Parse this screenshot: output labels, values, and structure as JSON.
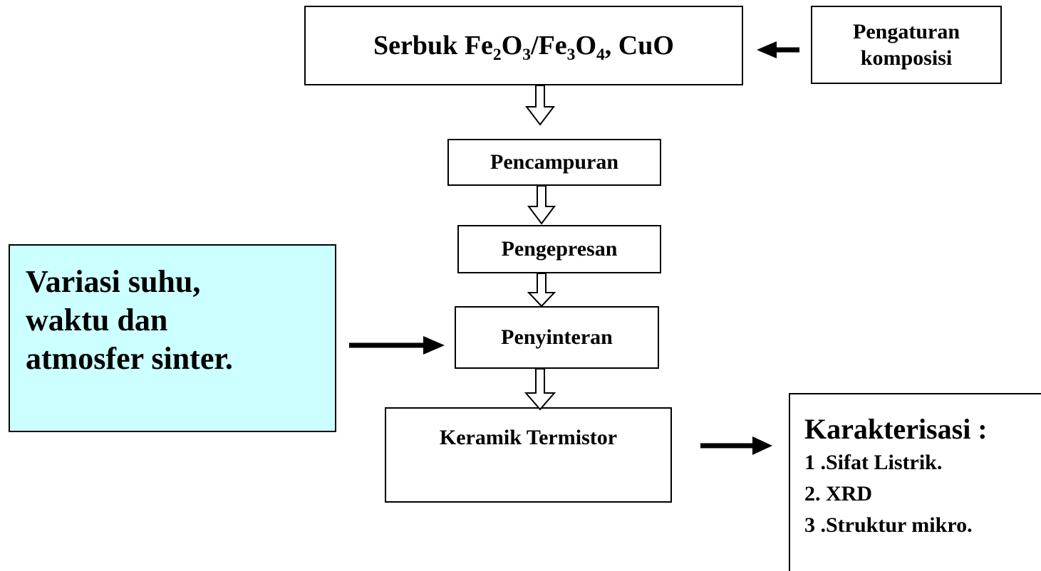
{
  "boxes": {
    "serbuk": {
      "label_prefix": "Serbuk Fe",
      "sub1": "2",
      "mid1": "O",
      "sub2": "3",
      "mid2": "/Fe",
      "sub3": "3",
      "mid3": "O",
      "sub4": "4",
      "label_suffix": ", CuO"
    },
    "pengaturan": {
      "line1": "Pengaturan",
      "line2": "komposisi"
    },
    "pencampuran": "Pencampuran",
    "pengepresan": "Pengepresan",
    "penyinteran": "Penyinteran",
    "keramik": "Keramik Termistor",
    "variasi": {
      "line1": "Variasi suhu,",
      "line2": "waktu dan",
      "line3": "atmosfer sinter."
    },
    "karakterisasi": {
      "title": "Karakterisasi :",
      "items": [
        "1 .Sifat Listrik.",
        "2. XRD",
        "3 .Struktur mikro."
      ]
    }
  },
  "colors": {
    "variasi_fill": "#ccffff",
    "stroke": "#000000"
  }
}
